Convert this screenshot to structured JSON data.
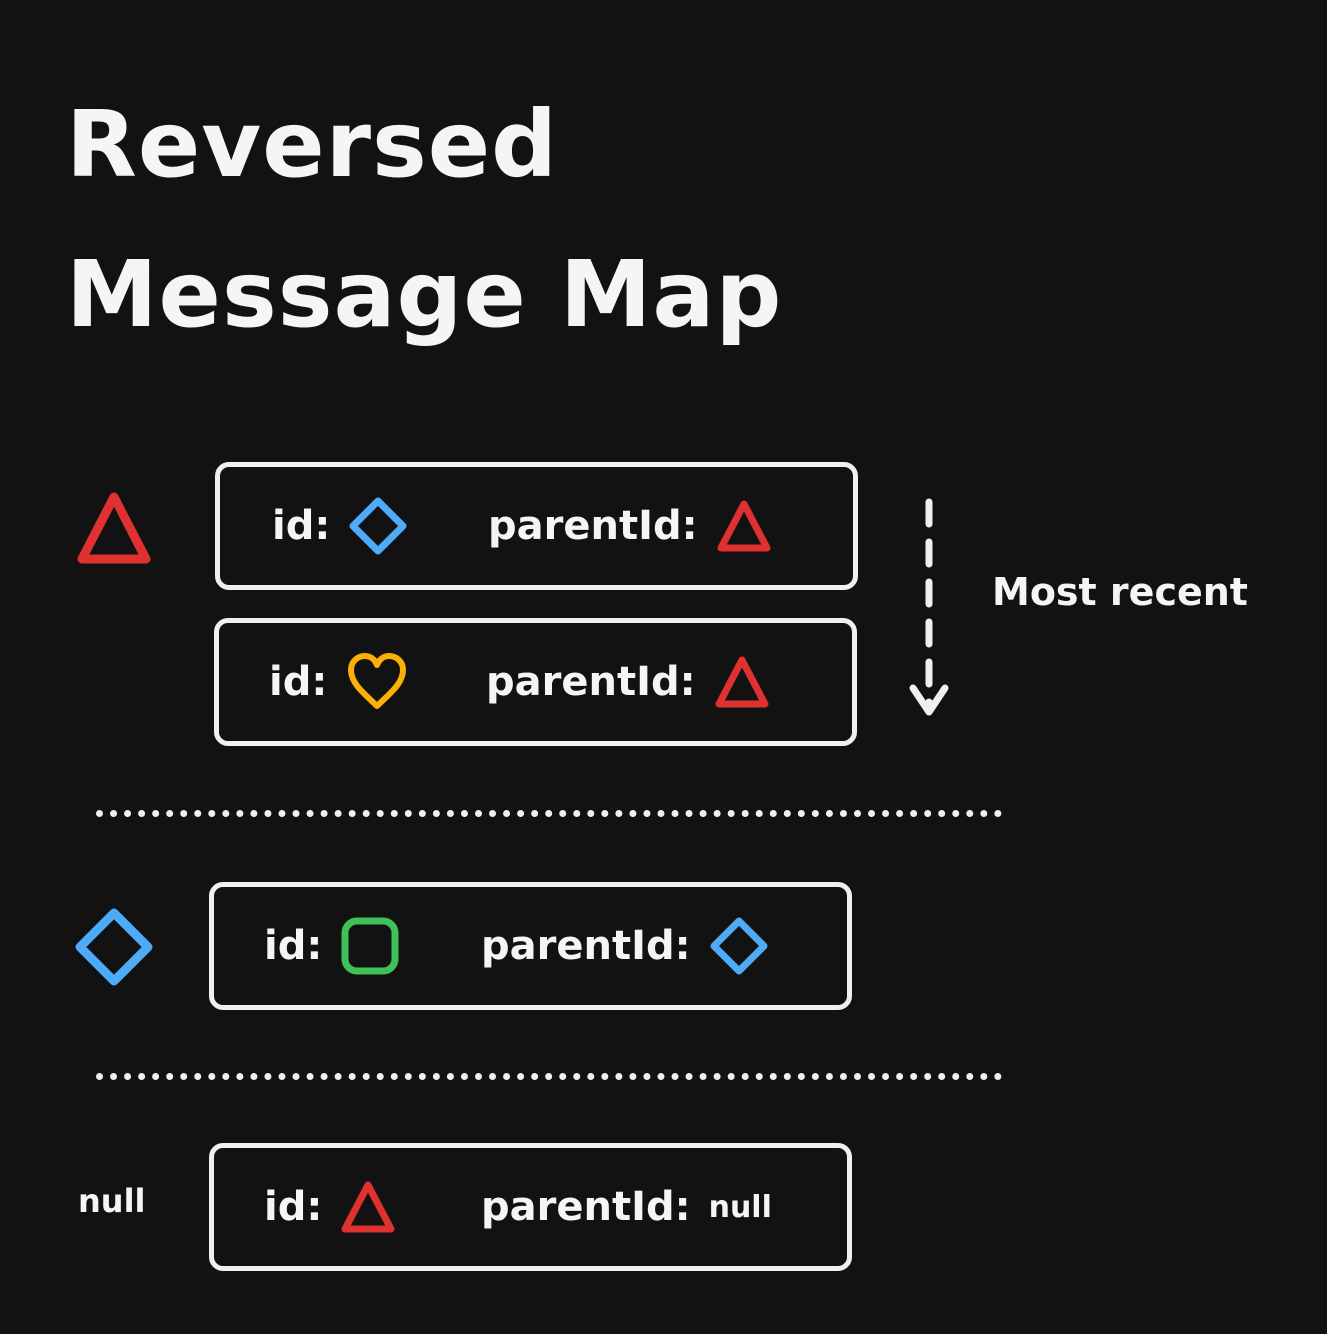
{
  "title": {
    "line1": "Reversed",
    "line2": "Message Map"
  },
  "colors": {
    "background": "#121212",
    "foreground": "#f0f0f0",
    "triangle": "#e03131",
    "diamond": "#4dabf7",
    "heart": "#fab005",
    "square": "#40c057"
  },
  "labels": {
    "id": "id:",
    "parent_id": "parentId:",
    "null": "null",
    "most_recent": "Most recent"
  },
  "groups": [
    {
      "key_icon": "triangle-icon",
      "entries": [
        {
          "id_icon": "diamond-icon",
          "parent_icon": "triangle-icon"
        },
        {
          "id_icon": "heart-icon",
          "parent_icon": "triangle-icon"
        }
      ]
    },
    {
      "key_icon": "diamond-icon",
      "entries": [
        {
          "id_icon": "square-icon",
          "parent_icon": "diamond-icon"
        }
      ]
    },
    {
      "key": "null",
      "entries": [
        {
          "id_icon": "triangle-icon",
          "parent": "null"
        }
      ]
    }
  ]
}
